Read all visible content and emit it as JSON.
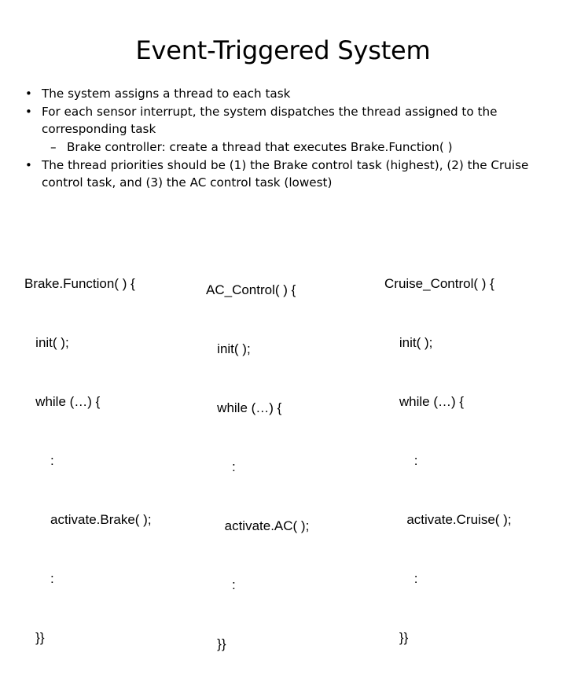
{
  "slide": {
    "title": "Event-Triggered System",
    "background_color": "#ffffff",
    "text_color": "#000000"
  },
  "body": {
    "bullets": [
      {
        "level": 1,
        "marker": "•",
        "text": "The system assigns a thread to each task"
      },
      {
        "level": 1,
        "marker": "•",
        "text": "For each sensor interrupt, the system dispatches the thread assigned to the corresponding task"
      },
      {
        "level": 2,
        "marker": "–",
        "text": "Brake controller: create a thread that executes Brake.Function( )"
      },
      {
        "level": 1,
        "marker": "•",
        "text": "The thread priorities should be  (1) the Brake control task (highest), (2) the Cruise control task, and (3) the AC control task (lowest)"
      }
    ]
  },
  "code_blocks": [
    {
      "id": "brake",
      "name": "brake-function-code",
      "lines": [
        "Brake.Function( ) {",
        "   init( );",
        "   while (…) {",
        "       :",
        "       activate.Brake( );",
        "       :",
        "   }}"
      ]
    },
    {
      "id": "ac",
      "name": "ac-control-code",
      "lines": [
        "AC_Control( ) {",
        "   init( );",
        "   while (…) {",
        "       :",
        "     activate.AC( );",
        "       :",
        "   }}"
      ]
    },
    {
      "id": "cruise",
      "name": "cruise-control-code",
      "lines": [
        "Cruise_Control( ) {",
        "    init( );",
        "    while (…) {",
        "        :",
        "      activate.Cruise( );",
        "        :",
        "    }}"
      ]
    }
  ]
}
